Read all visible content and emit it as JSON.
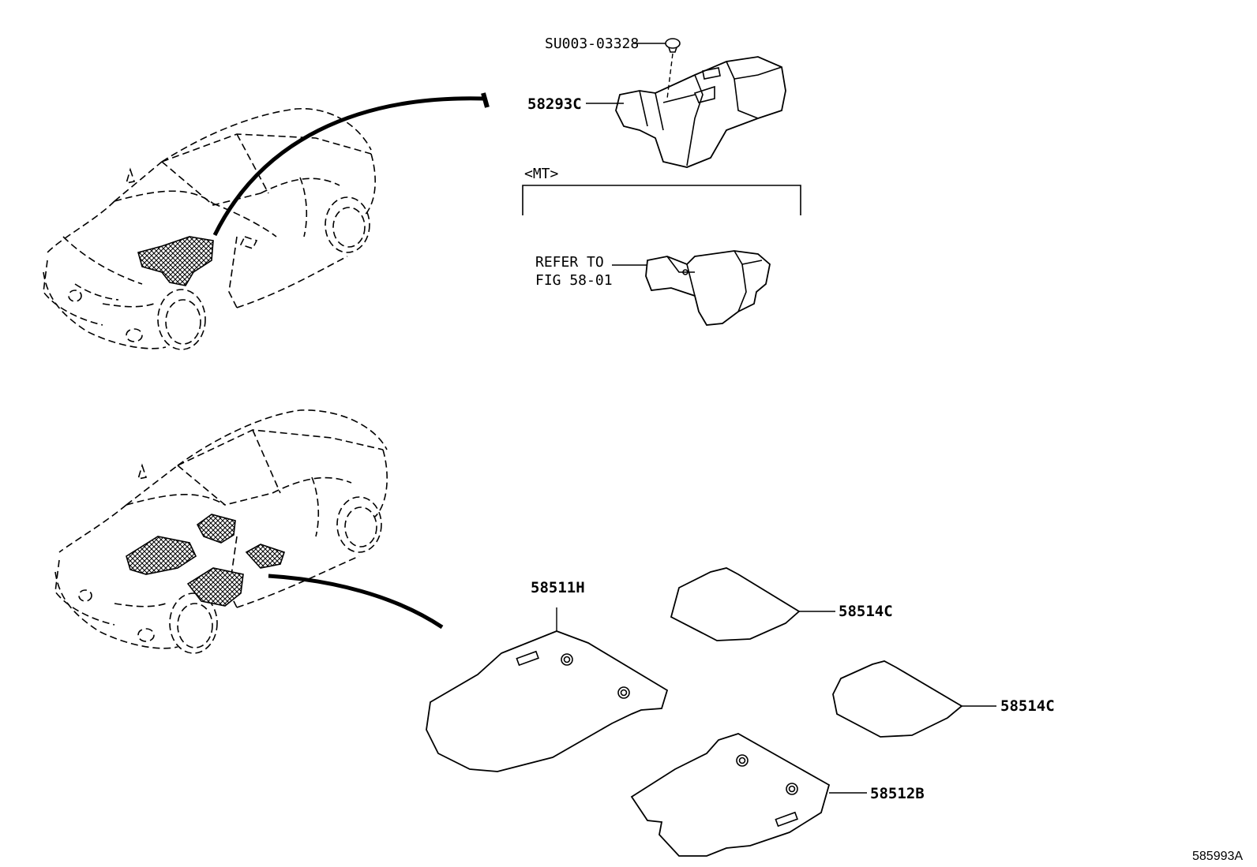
{
  "callouts": {
    "clip": "SU003-03328",
    "silencer": "58293C",
    "variant_tag": "<MT>",
    "refer_line1": "REFER TO",
    "refer_line2": "FIG 58-01",
    "front_mat_left": "58511H",
    "rear_mat_upper": "58514C",
    "rear_mat_lower": "58514C",
    "front_mat_right": "58512B"
  },
  "figure_id": "585993A",
  "colors": {
    "line": "#000000",
    "background": "#ffffff"
  }
}
